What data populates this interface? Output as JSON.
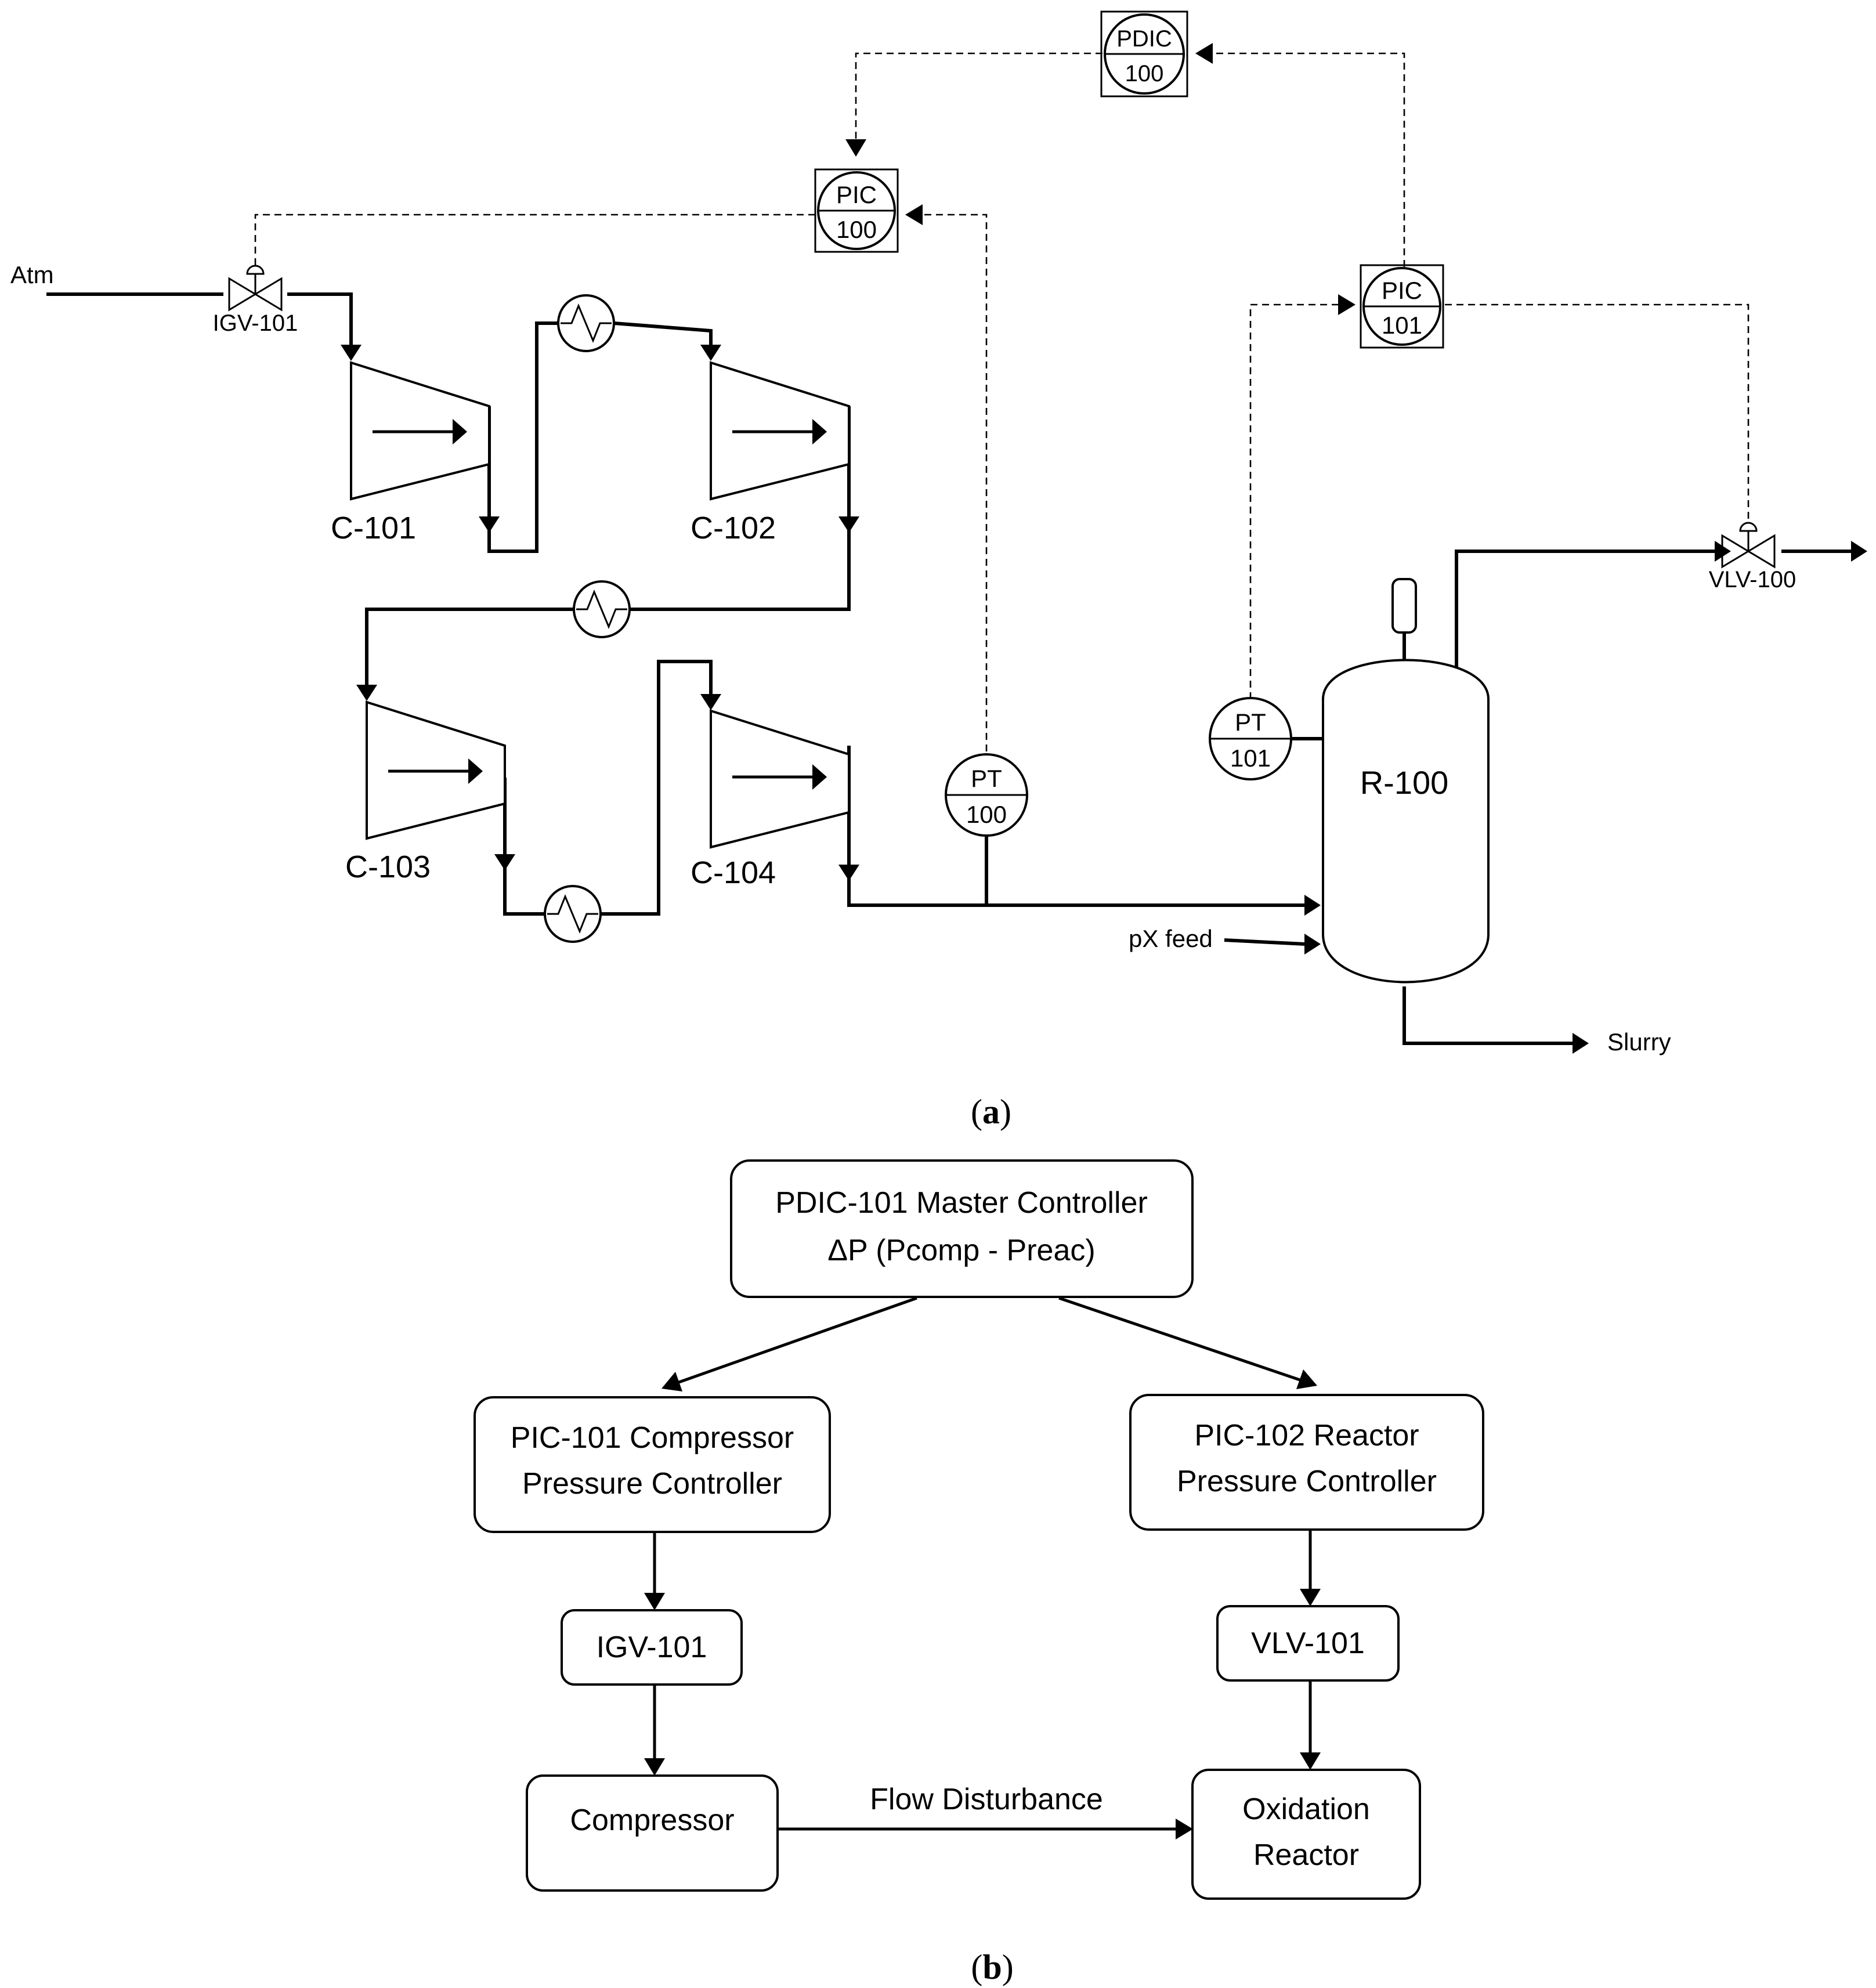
{
  "part_a": {
    "caption_open": "(",
    "caption_letter": "a",
    "caption_close": ")",
    "stream_atm": "Atm",
    "stream_px_feed": "pX feed",
    "stream_slurry": "Slurry",
    "valve_igv": "IGV-101",
    "valve_vlv": "VLV-100",
    "compressors": [
      "C-101",
      "C-102",
      "C-103",
      "C-104"
    ],
    "reactor": "R-100",
    "instruments": {
      "pdic100": {
        "tag": "PDIC",
        "num": "100"
      },
      "pic100": {
        "tag": "PIC",
        "num": "100"
      },
      "pic101": {
        "tag": "PIC",
        "num": "101"
      },
      "pt100": {
        "tag": "PT",
        "num": "100"
      },
      "pt101": {
        "tag": "PT",
        "num": "101"
      }
    }
  },
  "part_b": {
    "caption_open": "(",
    "caption_letter": "b",
    "caption_close": ")",
    "master": {
      "line1": "PDIC-101 Master Controller",
      "line2": "ΔP (Pcomp - Preac)"
    },
    "comp_ctrl": {
      "line1": "PIC-101 Compressor",
      "line2": "Pressure Controller"
    },
    "reac_ctrl": {
      "line1": "PIC-102 Reactor",
      "line2": "Pressure Controller"
    },
    "igv": "IGV-101",
    "vlv": "VLV-101",
    "compressor": "Compressor",
    "reactor": {
      "line1": "Oxidation",
      "line2": "Reactor"
    },
    "disturbance": "Flow Disturbance"
  }
}
